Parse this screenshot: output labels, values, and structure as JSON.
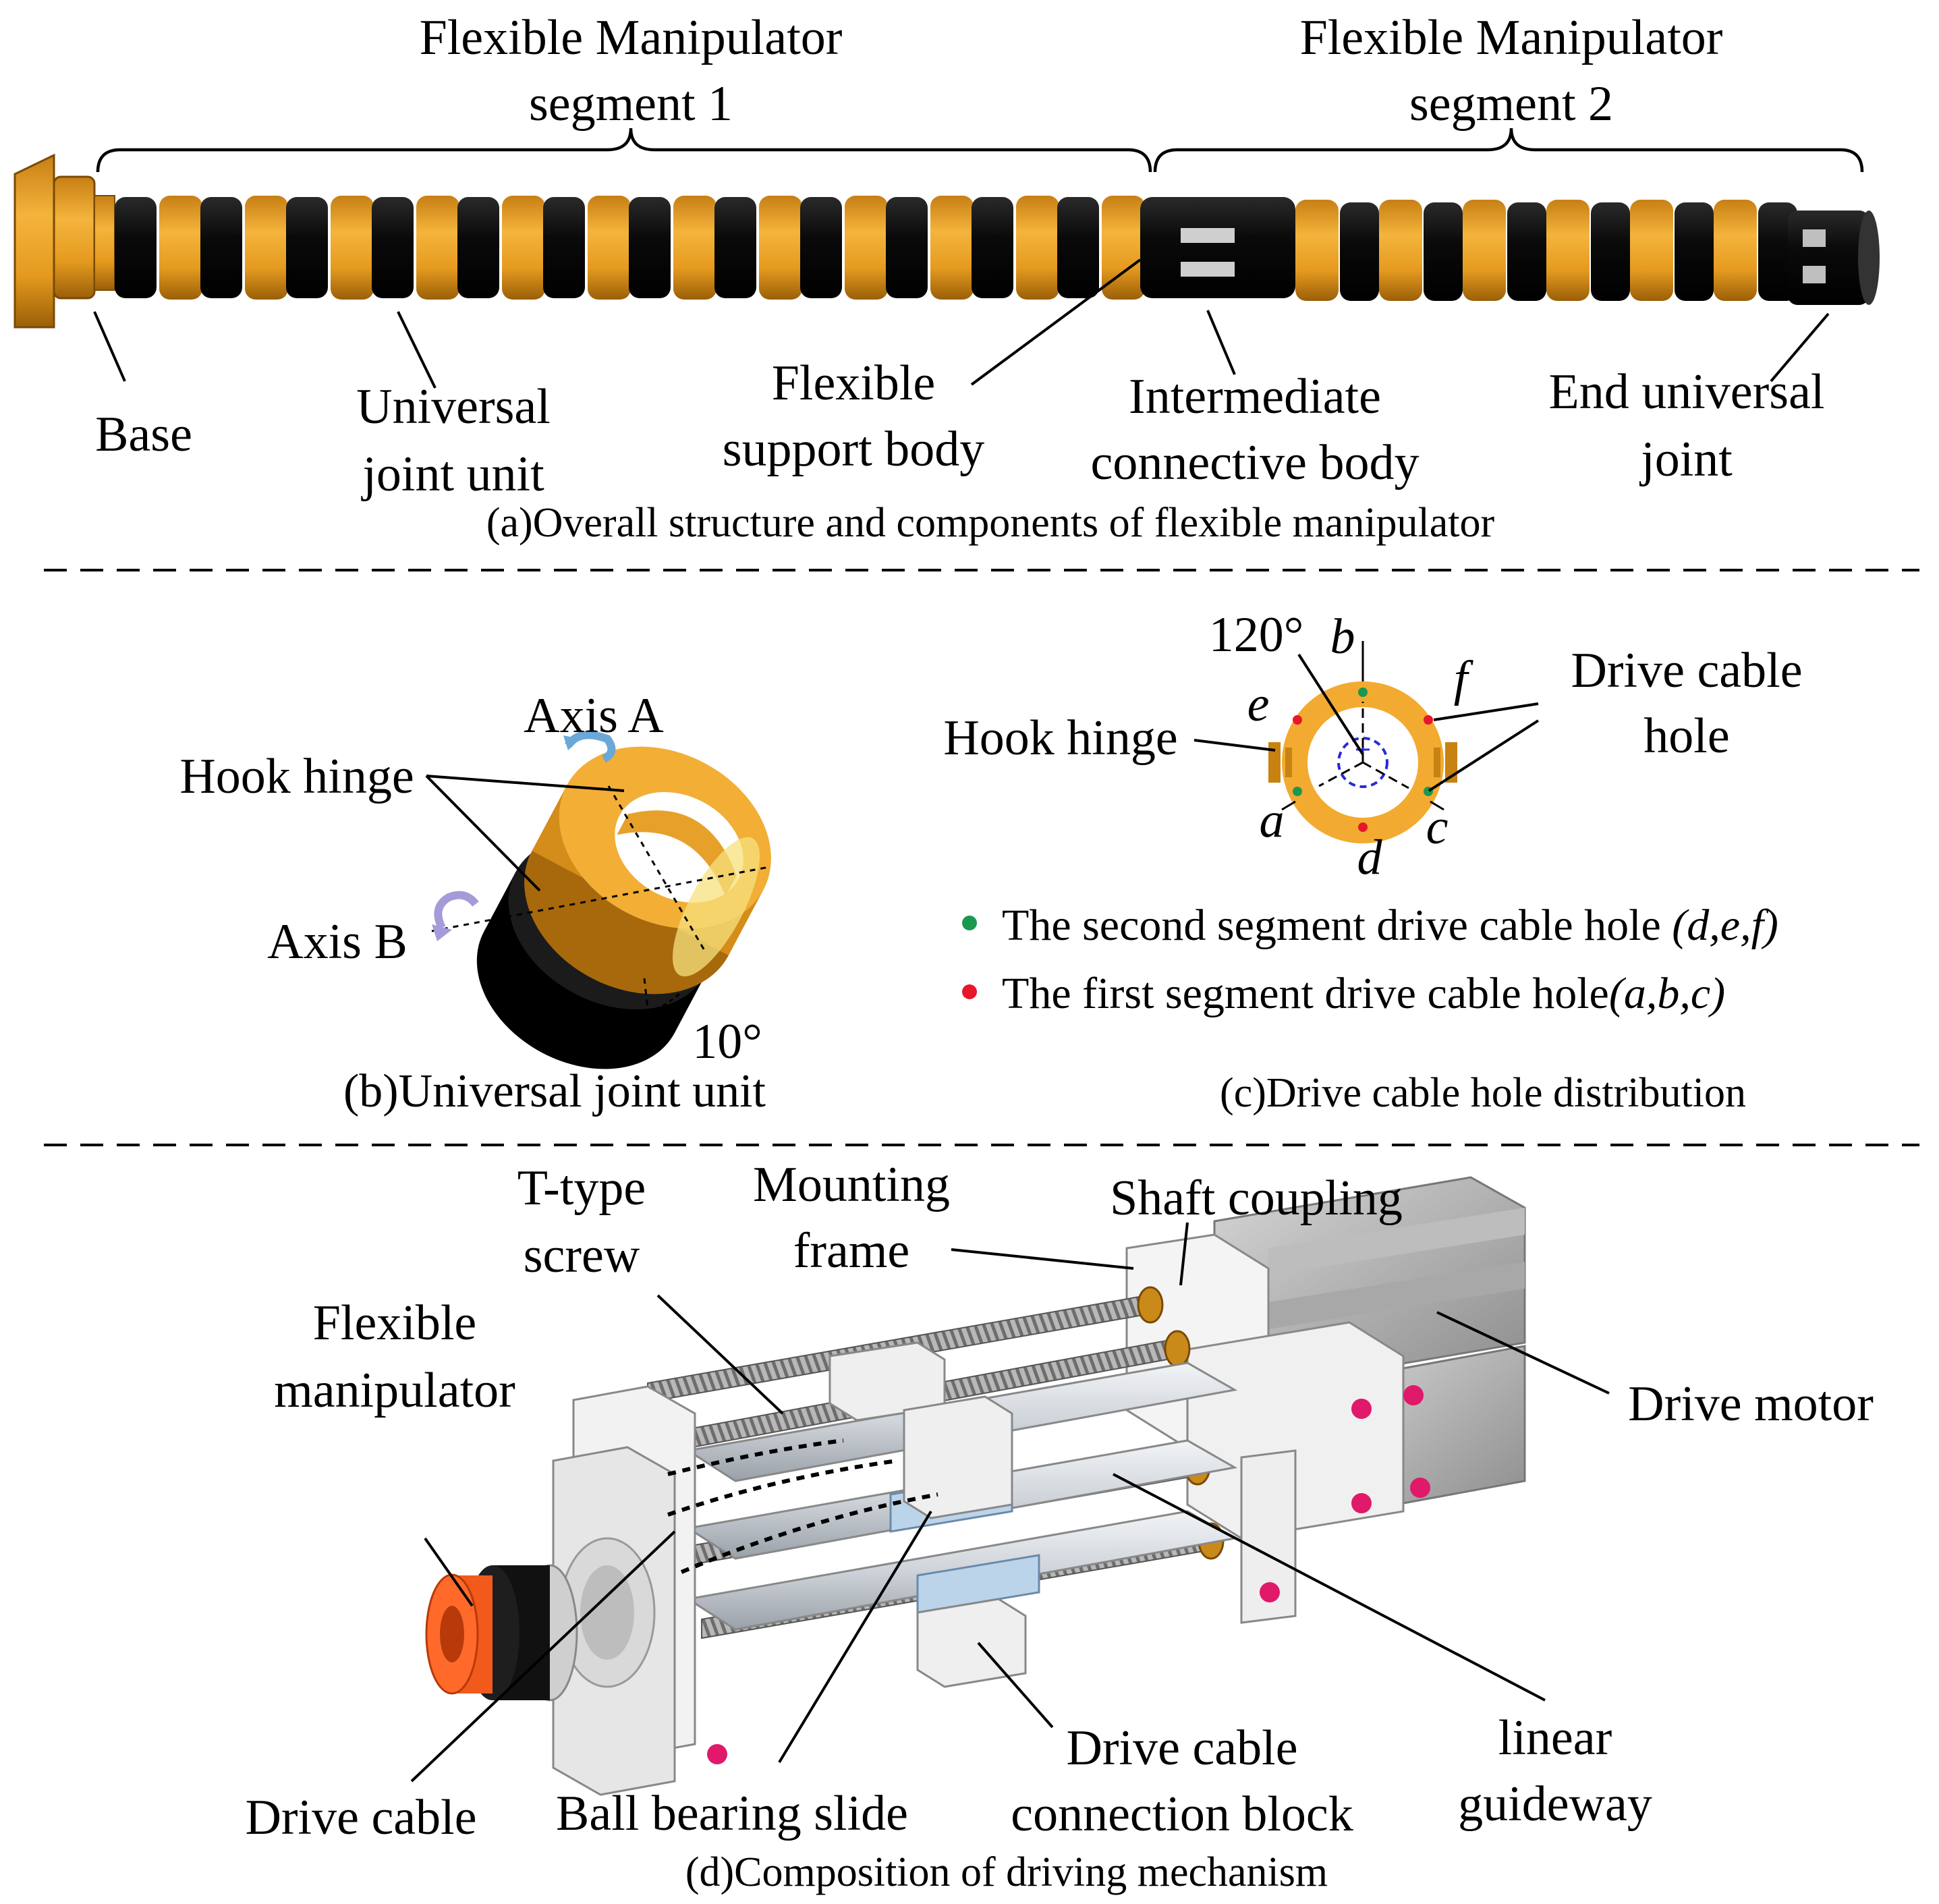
{
  "panel_a": {
    "segment1_label": [
      "Flexible Manipulator",
      "segment 1"
    ],
    "segment2_label": [
      "Flexible Manipulator",
      "segment 2"
    ],
    "labels": {
      "base": "Base",
      "universal_joint_unit": [
        "Universal",
        "joint unit"
      ],
      "flexible_support_body": [
        "Flexible",
        "support body"
      ],
      "intermediate_connective_body": [
        "Intermediate",
        "connective body"
      ],
      "end_universal_joint": [
        "End universal",
        "joint"
      ]
    },
    "caption": "(a)Overall structure and components of flexible manipulator"
  },
  "panel_b": {
    "axis_a": "Axis A",
    "axis_b": "Axis B",
    "hook_hinge": "Hook hinge",
    "angle": "10°",
    "caption": "(b)Universal joint unit"
  },
  "panel_c": {
    "angle": "120°",
    "hook_hinge": "Hook hinge",
    "drive_cable_hole": [
      "Drive cable",
      "hole"
    ],
    "hole_letters": {
      "a": "a",
      "b": "b",
      "c": "c",
      "d": "d",
      "e": "e",
      "f": "f"
    },
    "legend": [
      {
        "color": "#1a9850",
        "text": "The second segment drive cable hole ",
        "italic": "(d,e,f)"
      },
      {
        "color": "#e8162b",
        "text": "The first segment drive cable hole",
        "italic": "(a,b,c)"
      }
    ],
    "caption": "(c)Drive cable hole distribution"
  },
  "panel_d": {
    "labels": {
      "t_type_screw": [
        "T-type",
        "screw"
      ],
      "mounting_frame": [
        "Mounting",
        "frame"
      ],
      "shaft_coupling": "Shaft coupling",
      "flexible_manipulator": [
        "Flexible",
        "manipulator"
      ],
      "drive_motor": "Drive motor",
      "drive_cable": "Drive cable",
      "ball_bearing_slide": "Ball bearing slide",
      "drive_cable_connection_block": [
        "Drive cable",
        "connection block"
      ],
      "linear_guideway": [
        "linear",
        "guideway"
      ]
    },
    "caption": "(d)Composition of driving mechanism"
  },
  "colors": {
    "gold": "#e8a022",
    "gold_dark": "#a8690c",
    "black_part": "#111111",
    "orange_part": "#f25a1c",
    "steel": "#d9dde2",
    "hole_red": "#e8162b",
    "hole_green": "#1a9850",
    "axis_blue": "#2a2ad8"
  }
}
